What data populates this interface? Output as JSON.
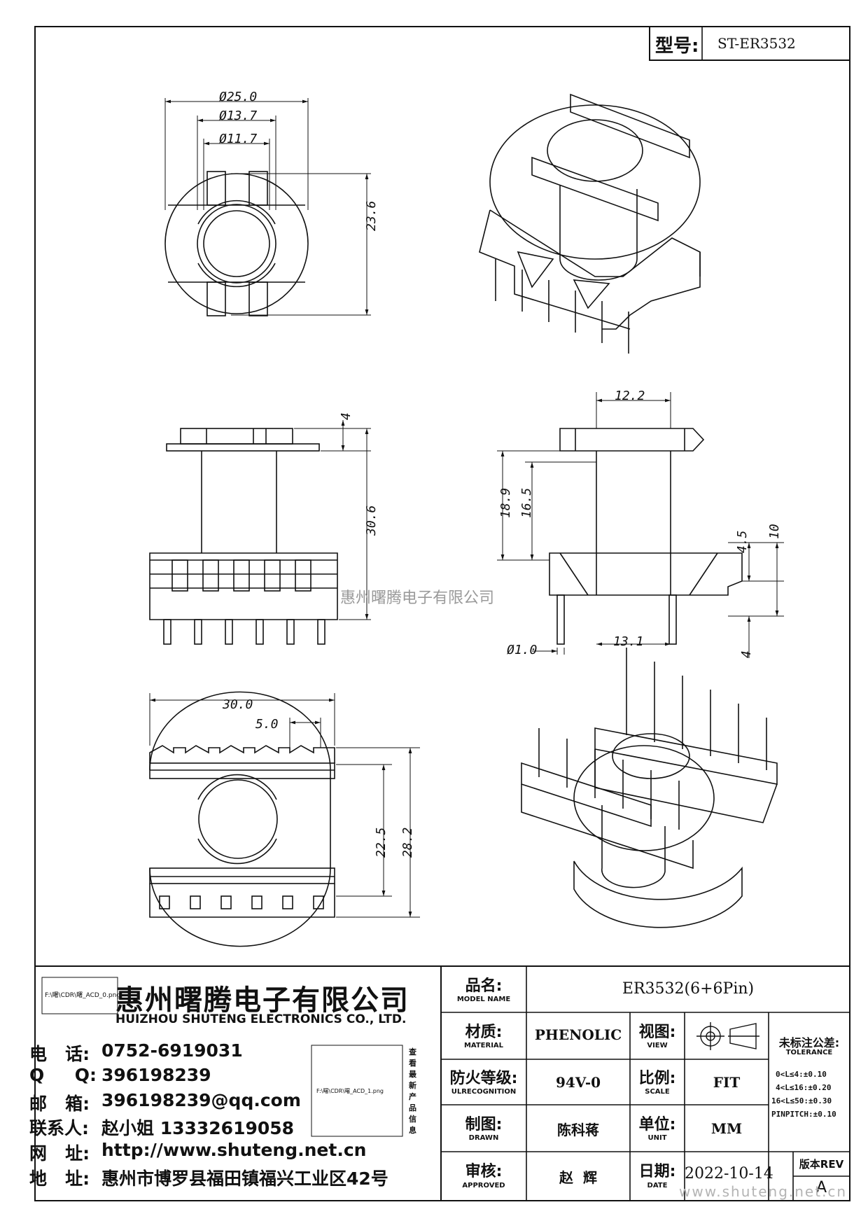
{
  "model_box": {
    "label": "型号:",
    "value": "ST-ER3532"
  },
  "dimensions": {
    "d25": "Ø25.0",
    "d137": "Ø13.7",
    "d117": "Ø11.7",
    "h236": "23.6",
    "t4": "4",
    "h306": "30.6",
    "w122": "12.2",
    "h189": "18.9",
    "h165": "16.5",
    "h45": "4.5",
    "h10": "10",
    "d10": "Ø1.0",
    "w131": "13.1",
    "p4": "4",
    "w300": "30.0",
    "w50": "5.0",
    "h225": "22.5",
    "h282": "28.2"
  },
  "watermark": "惠州曙腾电子有限公司",
  "company": {
    "name_cn": "惠州曙腾电子有限公司",
    "name_en": "HUIZHOU SHUTENG ELECTRONICS CO., LTD.",
    "logo_text": "F:\\曙\\CDR\\曙_ACD_0.png",
    "qr_text": "F:\\曙\\CDR\\曙_ACD_1.png",
    "qr_side": "查看最新产品信息"
  },
  "contacts": [
    {
      "label": "电   话:",
      "value": "0752-6919031"
    },
    {
      "label": "Q     Q:",
      "value": "396198239"
    },
    {
      "label": "邮   箱:",
      "value": "396198239@qq.com"
    },
    {
      "label": "联系人:",
      "value": "赵小姐 13332619058"
    },
    {
      "label": "网   址:",
      "value": "http://www.shuteng.net.cn"
    },
    {
      "label": "地   址:",
      "value": "惠州市博罗县福田镇福兴工业区42号"
    }
  ],
  "titleblock": {
    "model_cn": "品名:",
    "model_en": "MODEL NAME",
    "model_value": "ER3532(6+6Pin)",
    "material_cn": "材质:",
    "material_en": "MATERIAL",
    "material_value": "PHENOLIC",
    "view_cn": "视图:",
    "view_en": "VIEW",
    "ul_cn": "防火等级:",
    "ul_en": "ULRECOGNITION",
    "ul_value": "94V-0",
    "scale_cn": "比例:",
    "scale_en": "SCALE",
    "scale_value": "FIT",
    "drawn_cn": "制图:",
    "drawn_en": "DRAWN",
    "drawn_value": "陈科蒋",
    "unit_cn": "单位:",
    "unit_en": "UNIT",
    "unit_value": "MM",
    "approved_cn": "审核:",
    "approved_en": "APPROVED",
    "approved_value": "赵  辉",
    "date_cn": "日期:",
    "date_en": "DATE",
    "date_value": "2022-10-14",
    "tol_cn": "未标注公差:",
    "tol_en": "TOLERANCE",
    "tol1": "0<L≤4:±0.10",
    "tol2": "4<L≤16:±0.20",
    "tol3": "16<L≤50:±0.30",
    "tol4": "PINPITCH:±0.10",
    "rev_cn": "版本REV",
    "rev_value": "A"
  },
  "footer_url": "www.shuteng.net.cn"
}
